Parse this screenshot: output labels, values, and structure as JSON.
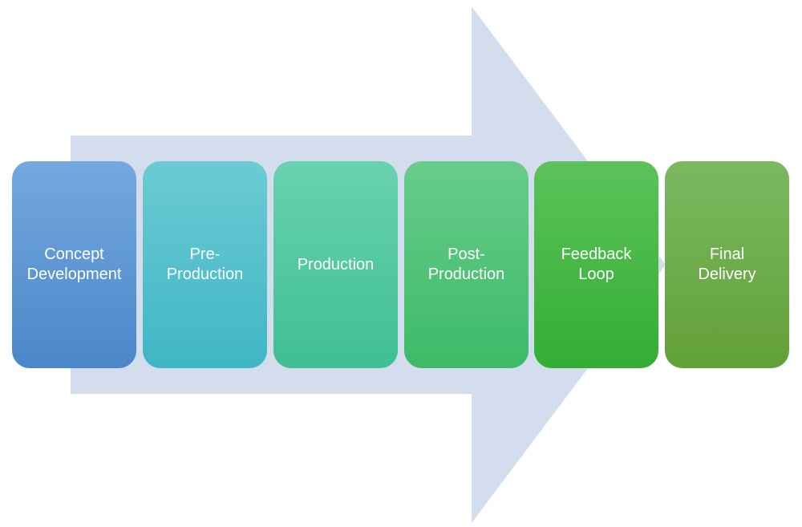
{
  "diagram": {
    "background_arrow": {
      "color": "#d3dded"
    },
    "steps": [
      {
        "label": "Concept\nDevelopment",
        "color_top": "#74a8de",
        "color_bottom": "#4a87c9"
      },
      {
        "label": "Pre-\nProduction",
        "color_top": "#6ccbd3",
        "color_bottom": "#3fb6c6"
      },
      {
        "label": "Production",
        "color_top": "#68d2b0",
        "color_bottom": "#3fbf93"
      },
      {
        "label": "Post-\nProduction",
        "color_top": "#68cc8a",
        "color_bottom": "#3dba68"
      },
      {
        "label": "Feedback\nLoop",
        "color_top": "#5cc25b",
        "color_bottom": "#33ae33"
      },
      {
        "label": "Final\nDelivery",
        "color_top": "#7cb860",
        "color_bottom": "#62a038"
      }
    ]
  }
}
